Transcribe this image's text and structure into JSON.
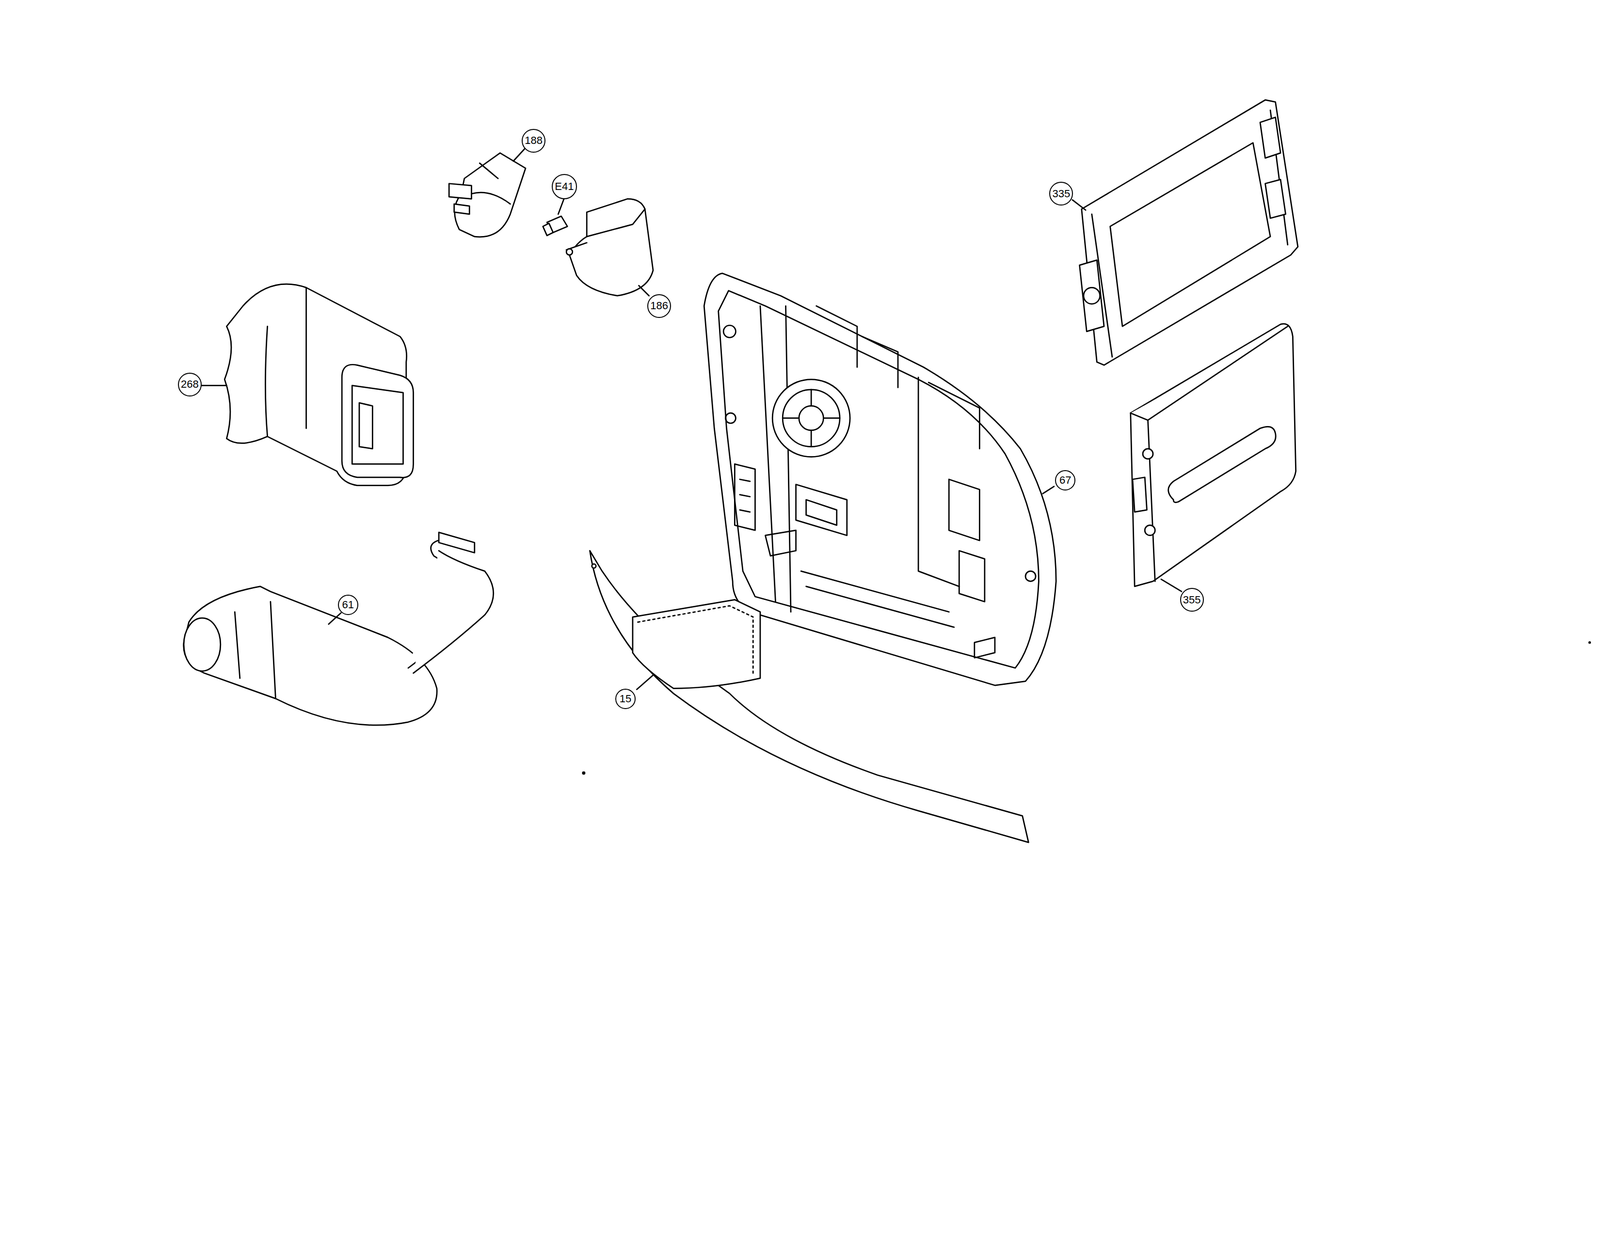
{
  "diagram": {
    "labels": [
      "188",
      "E41",
      "186",
      "268",
      "335",
      "67",
      "355",
      "61",
      "15"
    ]
  }
}
